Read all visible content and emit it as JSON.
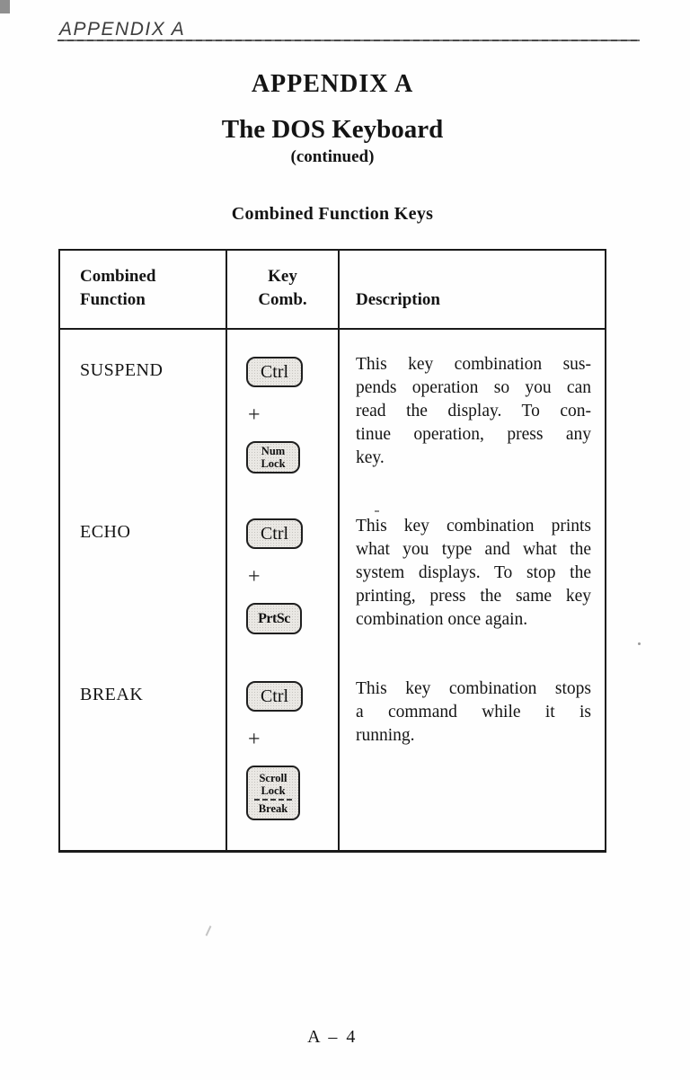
{
  "page": {
    "running_header": "APPENDIX A",
    "footer_page_number": "A – 4"
  },
  "titles": {
    "appendix": "APPENDIX A",
    "subtitle": "The DOS Keyboard",
    "continued": "(continued)",
    "section": "Combined Function Keys"
  },
  "table": {
    "headers": {
      "col1_line1": "Combined",
      "col1_line2": "Function",
      "col2_line1": "Key",
      "col2_line2": "Comb.",
      "col3": "Description"
    },
    "plus": "+",
    "rows": [
      {
        "function": "SUSPEND",
        "key1": "Ctrl",
        "key2_line1": "Num",
        "key2_line2": "Lock",
        "description_lines": [
          "This key combination sus-",
          "pends operation so you can",
          "read the display. To con-",
          "tinue operation, press any",
          "key."
        ]
      },
      {
        "function": "ECHO",
        "key1": "Ctrl",
        "key2": "PrtSc",
        "description_lines": [
          "This key combination prints",
          "what you type and what the",
          "system displays. To stop the",
          "printing, press the same key",
          "combination once again."
        ]
      },
      {
        "function": "BREAK",
        "key1": "Ctrl",
        "key2_line1": "Scroll",
        "key2_line2": "Lock",
        "key2_sub": "Break",
        "description_lines": [
          "This key combination stops",
          "a command while it is",
          "running."
        ]
      }
    ]
  }
}
